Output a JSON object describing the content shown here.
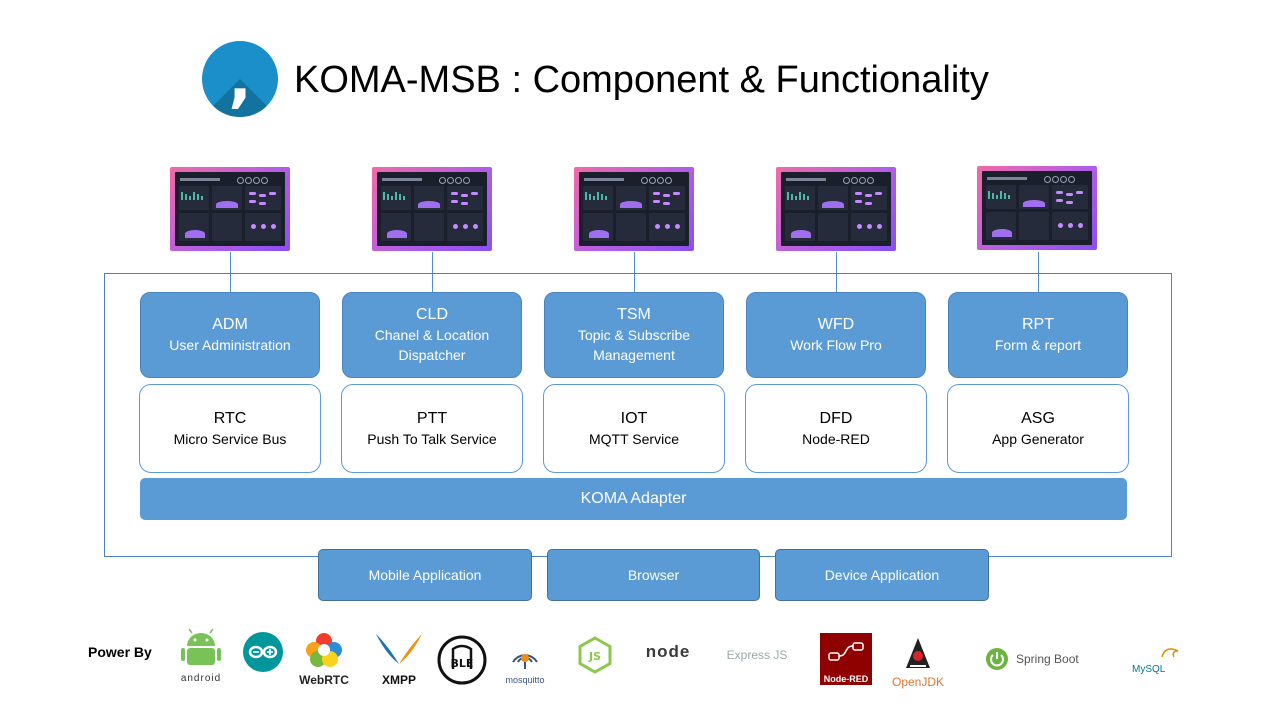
{
  "header": {
    "title": "KOMA-MSB : Component & Functionality",
    "logo_glyph": ","
  },
  "modules": [
    {
      "code": "ADM",
      "name": "User Administration"
    },
    {
      "code": "CLD",
      "name": "Chanel & Location Dispatcher"
    },
    {
      "code": "TSM",
      "name": "Topic & Subscribe Management"
    },
    {
      "code": "WFD",
      "name": "Work Flow Pro"
    },
    {
      "code": "RPT",
      "name": "Form & report"
    }
  ],
  "services": [
    {
      "code": "RTC",
      "name": "Micro Service Bus"
    },
    {
      "code": "PTT",
      "name": "Push To Talk Service"
    },
    {
      "code": "IOT",
      "name": "MQTT Service"
    },
    {
      "code": "DFD",
      "name": "Node-RED"
    },
    {
      "code": "ASG",
      "name": "App Generator"
    }
  ],
  "adapter": "KOMA Adapter",
  "clients": [
    "Mobile Application",
    "Browser",
    "Device Application"
  ],
  "power_by": {
    "label": "Power By",
    "technologies": [
      "android",
      "Arduino",
      "WebRTC",
      "XMPP",
      "BLE",
      "mosquitto",
      "JS",
      "node",
      "Express JS",
      "Node-RED",
      "OpenJDK",
      "Spring Boot",
      "MySQL"
    ]
  },
  "colors": {
    "accent": "#5b9bd5",
    "border": "#4a83bd",
    "logo": "#1a8fc9"
  }
}
